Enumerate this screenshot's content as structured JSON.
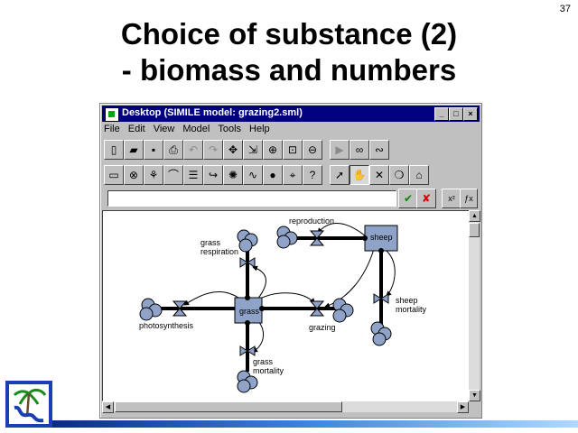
{
  "slide": {
    "number": "37",
    "title_line1": "Choice of substance (2)",
    "title_line2": "- biomass and numbers"
  },
  "window": {
    "title": "Desktop (SIMILE model: grazing2.sml)",
    "menu": [
      "File",
      "Edit",
      "View",
      "Model",
      "Tools",
      "Help"
    ],
    "controls": {
      "minimize": "_",
      "maximize": "□",
      "close": "×"
    }
  },
  "toolbar1": [
    {
      "name": "new-file-icon",
      "glyph": "▯"
    },
    {
      "name": "open-folder-icon",
      "glyph": "▰"
    },
    {
      "name": "save-disk-icon",
      "glyph": "▪"
    },
    {
      "name": "print-icon",
      "glyph": "⎙"
    },
    {
      "name": "undo-icon",
      "glyph": "↶"
    },
    {
      "name": "redo-icon",
      "glyph": "↷"
    },
    {
      "name": "move-icon",
      "glyph": "✥"
    },
    {
      "name": "resize-icon",
      "glyph": "⇲"
    },
    {
      "name": "zoom-in-icon",
      "glyph": "⊕"
    },
    {
      "name": "fit-icon",
      "glyph": "⊡"
    },
    {
      "name": "zoom-out-icon",
      "glyph": "⊖"
    },
    {
      "name": "run-icon",
      "glyph": "▶"
    },
    {
      "name": "binoculars-icon",
      "glyph": "∞"
    },
    {
      "name": "binoculars-back-icon",
      "glyph": "∾"
    }
  ],
  "toolbar2": [
    {
      "name": "compartment-tool-icon",
      "glyph": "▭"
    },
    {
      "name": "flow-tool-icon",
      "glyph": "⊗"
    },
    {
      "name": "variable-tool-icon",
      "glyph": "⚘"
    },
    {
      "name": "influence-tool-icon",
      "glyph": "⌒"
    },
    {
      "name": "submodel-tool-icon",
      "glyph": "☰"
    },
    {
      "name": "role-arrow-tool-icon",
      "glyph": "↪"
    },
    {
      "name": "event-tool-icon",
      "glyph": "✺"
    },
    {
      "name": "wave-tool-icon",
      "glyph": "∿"
    },
    {
      "name": "sphere-tool-icon",
      "glyph": "●"
    },
    {
      "name": "pin-tool-icon",
      "glyph": "⌖"
    },
    {
      "name": "help-icon",
      "glyph": "?"
    },
    {
      "name": "pointer-tool-icon",
      "glyph": "➚"
    },
    {
      "name": "hand-tool-icon",
      "glyph": "✋"
    },
    {
      "name": "delete-tool-icon",
      "glyph": "✕"
    },
    {
      "name": "comment-tool-icon",
      "glyph": "❍"
    },
    {
      "name": "ghost-tool-icon",
      "glyph": "⌂"
    }
  ],
  "equation_bar": {
    "value": "",
    "accept": "✔",
    "cancel": "✘",
    "f1": "x²",
    "f2": "ƒx"
  },
  "diagram": {
    "stocks": [
      "grass",
      "sheep"
    ],
    "flows": [
      "photosynthesis",
      "grass respiration",
      "grass mortality",
      "grazing",
      "reproduction",
      "sheep mortality"
    ],
    "labels": {
      "grass": "grass",
      "sheep": "sheep",
      "photosynthesis": "photosynthesis",
      "grass_resp_1": "grass",
      "grass_resp_2": "respiration",
      "grass_mort_1": "grass",
      "grass_mort_2": "mortality",
      "grazing": "grazing",
      "reproduction": "reproduction",
      "sheep_mort_1": "sheep",
      "sheep_mort_2": "mortality"
    }
  },
  "colors": {
    "stock": "#8fa3c8",
    "titlebar": "#000080",
    "accent": "#1a3fb0"
  }
}
